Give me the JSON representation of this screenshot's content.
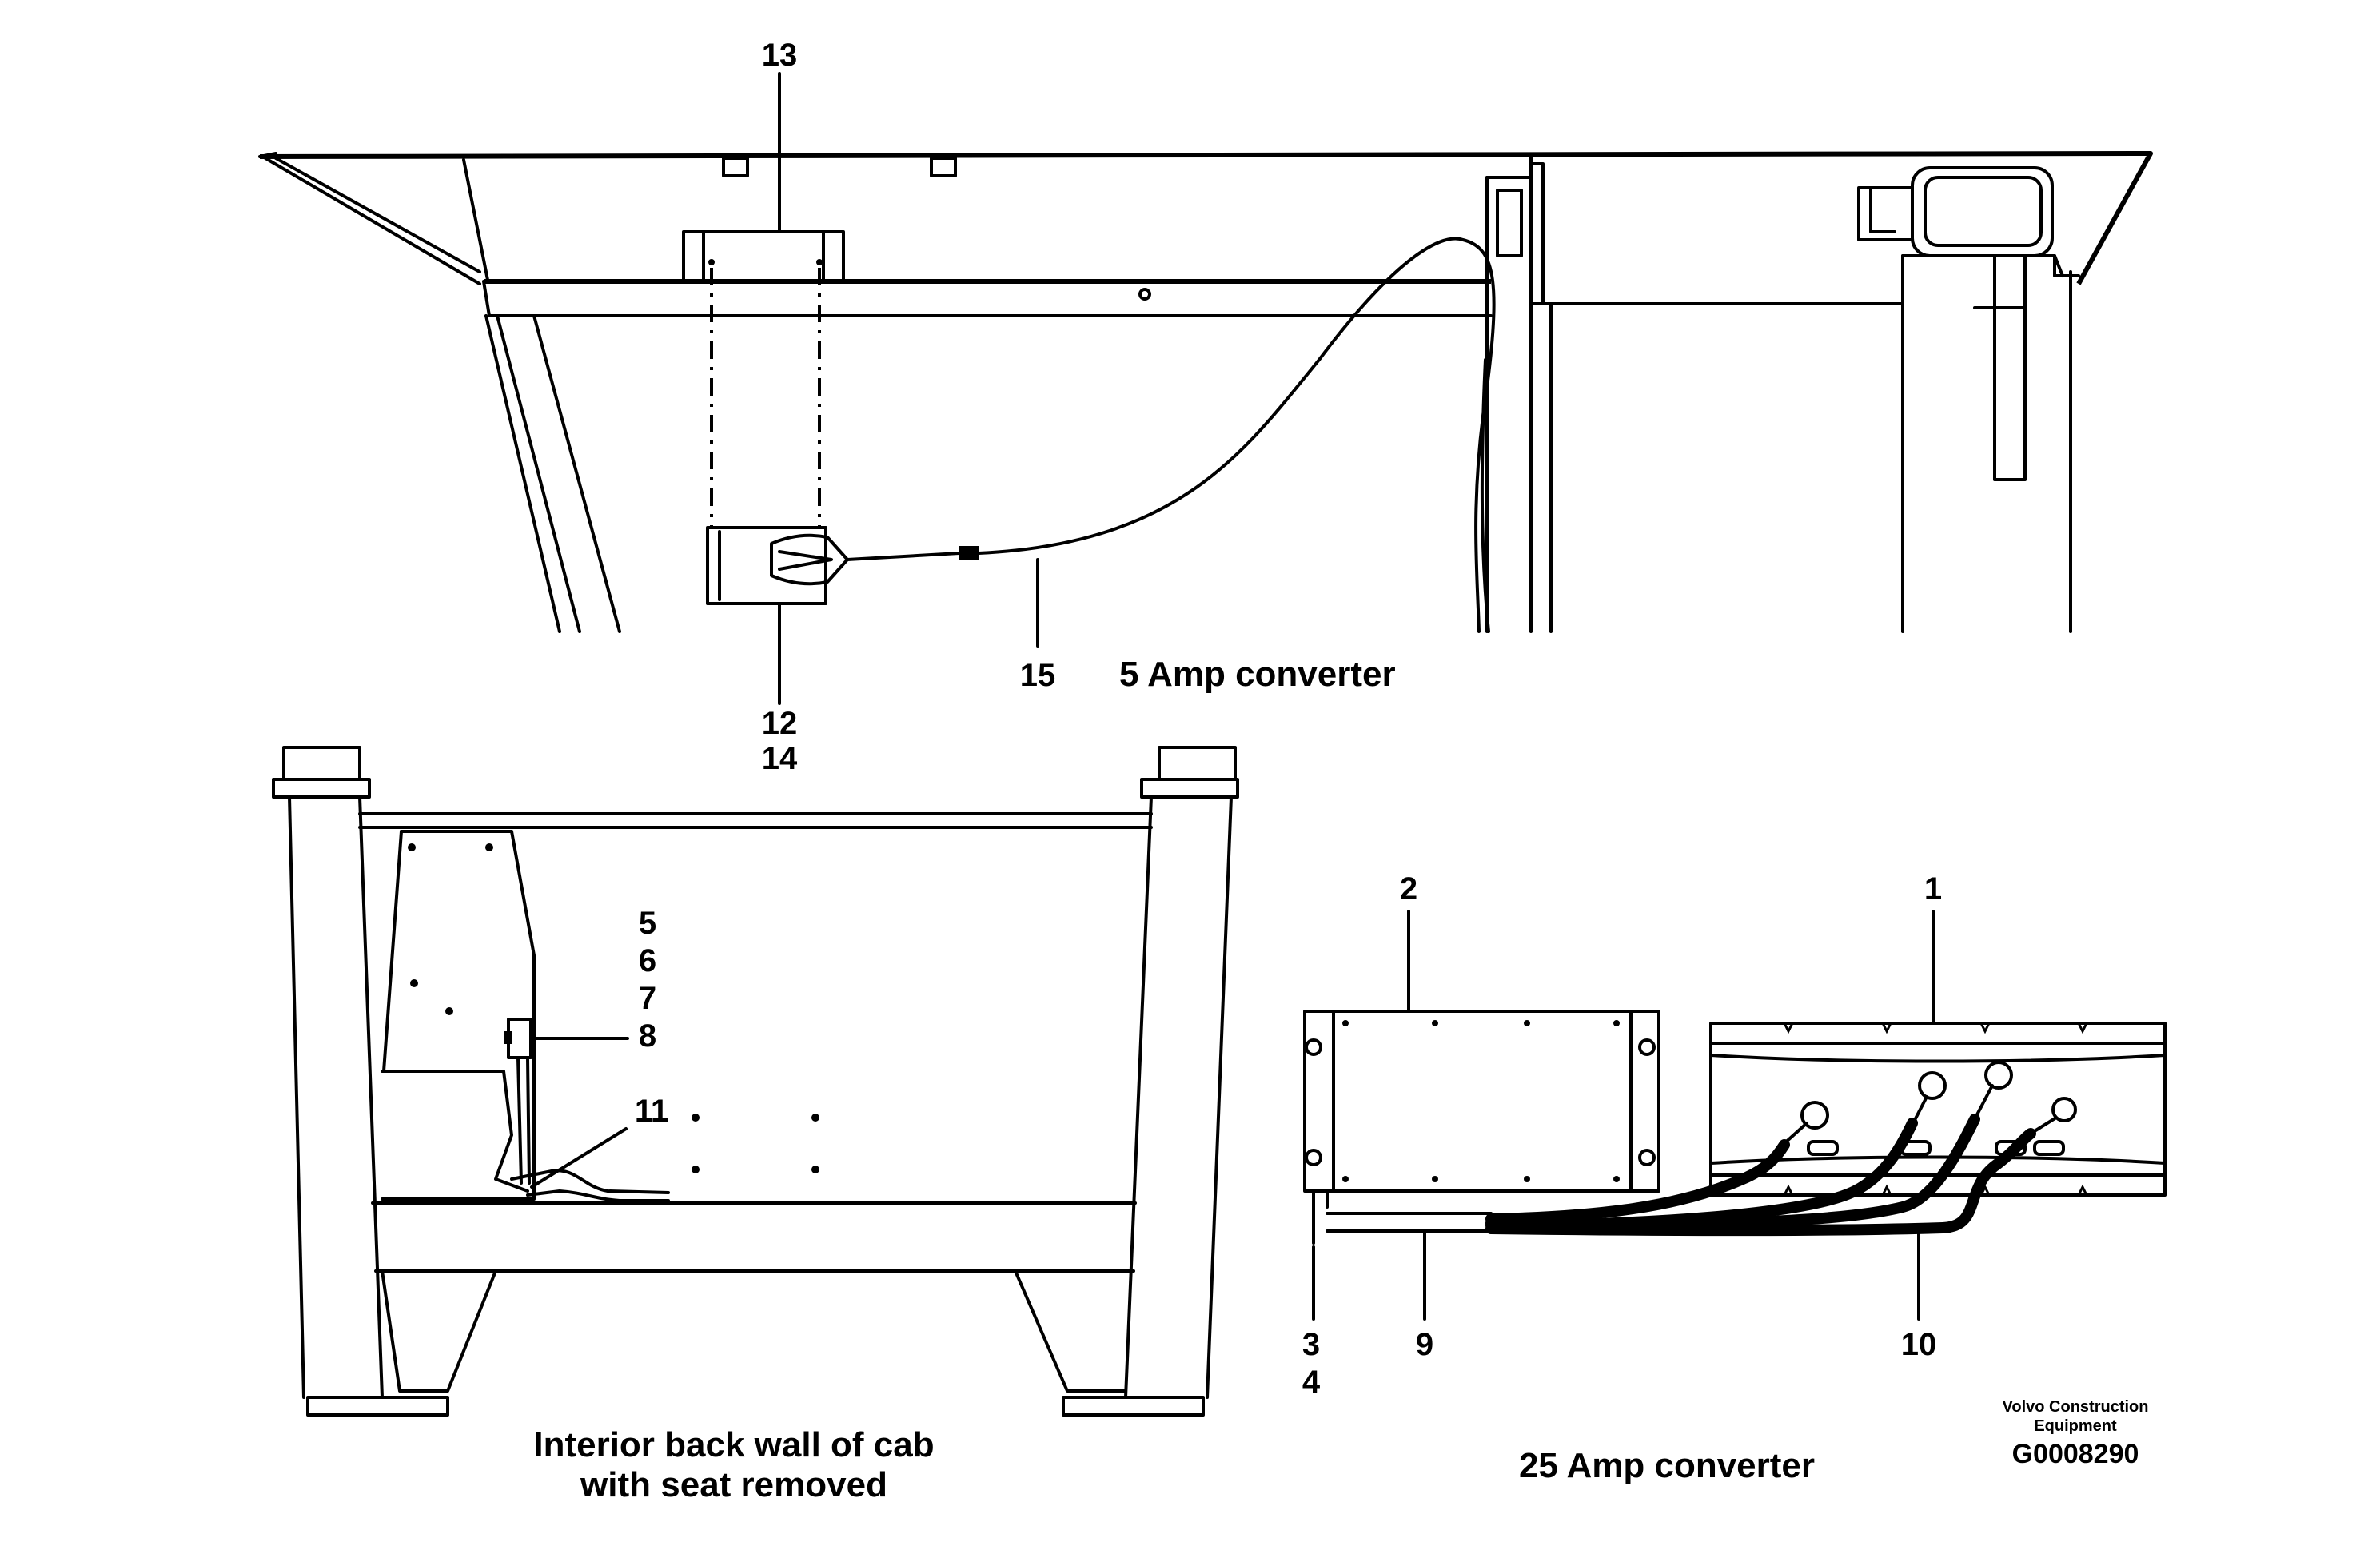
{
  "labels": {
    "n13": "13",
    "n12": "12",
    "n14": "14",
    "n15": "15",
    "n5": "5",
    "n6": "6",
    "n7": "7",
    "n8": "8",
    "n11": "11",
    "n2": "2",
    "n1": "1",
    "n3": "3",
    "n4": "4",
    "n9": "9",
    "n10": "10"
  },
  "captions": {
    "amp5": "5 Amp converter",
    "interior_line1": "Interior back wall of cab",
    "interior_line2": "with seat removed",
    "amp25": "25 Amp converter"
  },
  "brand": {
    "line1": "Volvo Construction",
    "line2": "Equipment",
    "code": "G0008290"
  }
}
